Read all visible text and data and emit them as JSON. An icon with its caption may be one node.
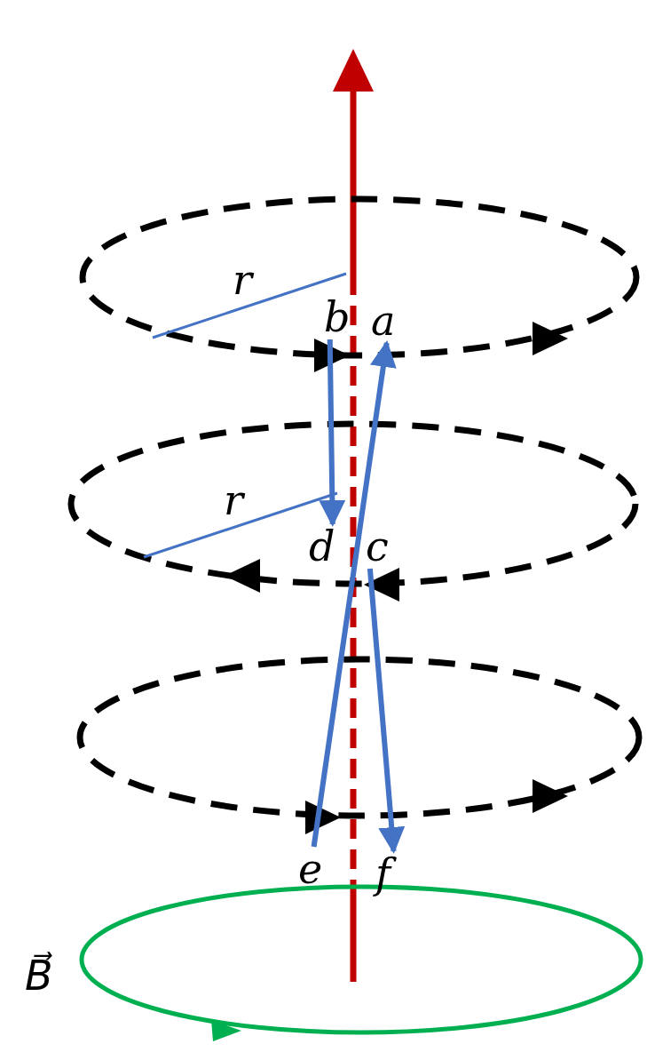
{
  "diagram": {
    "nodes": [
      {
        "text": [
          "a"
        ]
      },
      {
        "text": [
          "b"
        ]
      },
      {
        "text": [
          "c"
        ]
      },
      {
        "text": [
          "d"
        ]
      },
      {
        "text": [
          "e"
        ]
      },
      {
        "text": [
          "f"
        ]
      }
    ],
    "edges": [
      {
        "from": 1,
        "to": 3,
        "arrow": "to"
      },
      {
        "from": 2,
        "to": 5,
        "arrow": "to"
      },
      {
        "from": 4,
        "to": 0,
        "arrow": "to"
      }
    ],
    "labels": [
      "r",
      "r",
      "B⃗"
    ]
  }
}
